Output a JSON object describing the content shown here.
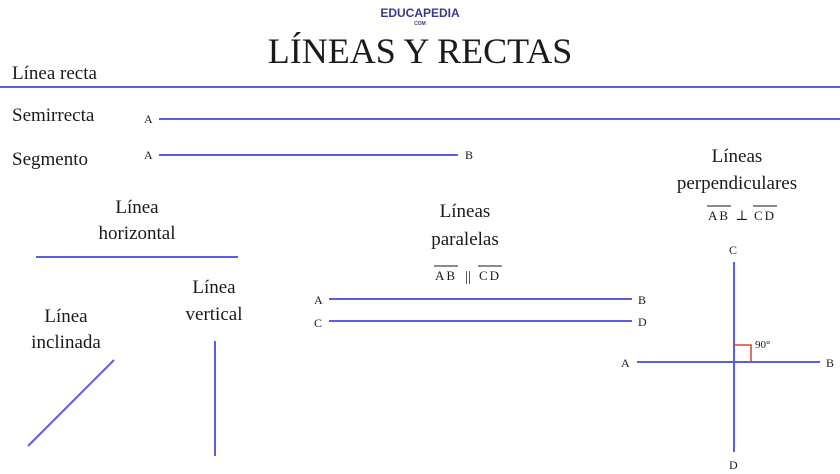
{
  "brand": {
    "name": "EDUCAPEDIA",
    "sub": "COM"
  },
  "title": "LÍNEAS Y RECTAS",
  "labels": {
    "linea_recta": "Línea recta",
    "semirrecta": "Semirrecta",
    "segmento": "Segmento",
    "horizontal_1": "Línea",
    "horizontal_2": "horizontal",
    "inclinada_1": "Línea",
    "inclinada_2": "inclinada",
    "vertical_1": "Línea",
    "vertical_2": "vertical",
    "paralelas_1": "Líneas",
    "paralelas_2": "paralelas",
    "perpendiculares_1": "Líneas",
    "perpendiculares_2": "perpendiculares"
  },
  "points": {
    "a": "A",
    "b": "B",
    "c": "C",
    "d": "D"
  },
  "notation": {
    "parallel": {
      "seg1": "AB",
      "symbol": "||",
      "seg2": "CD"
    },
    "perpendicular": {
      "seg1": "AB",
      "symbol": "⊥",
      "seg2": "CD"
    },
    "angle": "90°"
  },
  "colors": {
    "line": "#5a5ee6",
    "right_angle": "#e2402a",
    "brand": "#3b3a8a"
  }
}
